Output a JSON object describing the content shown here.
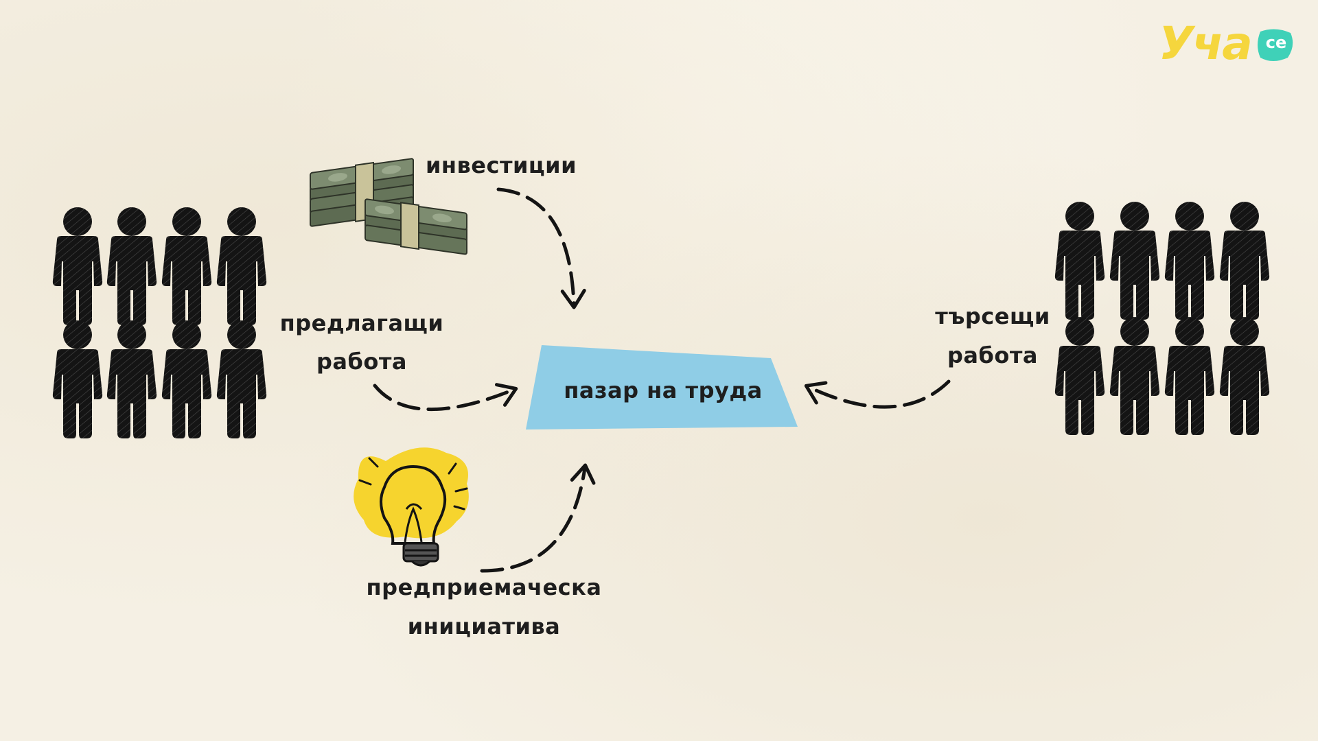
{
  "logo": {
    "text": "Уча",
    "badge": "се",
    "text_color": "#f5d63d",
    "badge_color": "#3fd1b8"
  },
  "center": {
    "label": "пазар на труда",
    "color": "#8fcde6"
  },
  "inputs": {
    "investments": {
      "label": "инвестиции",
      "icon": "money-stack-icon"
    },
    "employers": {
      "line1": "предлагащи",
      "line2": "работа",
      "icon": "people-group-icon"
    },
    "entrepreneurship": {
      "line1": "предприемаческа",
      "line2": "инициатива",
      "icon": "lightbulb-icon"
    },
    "job_seekers": {
      "line1": "търсещи",
      "line2": "работа",
      "icon": "people-group-icon"
    }
  },
  "colors": {
    "ink": "#141414",
    "money": "#6e7d62",
    "bulb_glow": "#f6d42e",
    "background": "#f5f0e4"
  }
}
